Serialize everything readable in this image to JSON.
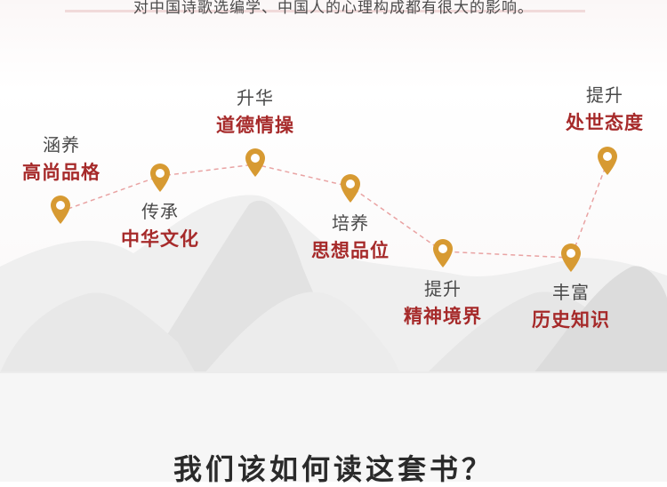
{
  "intro_line": "对中国诗歌选编学、中国人的心理构成都有很大的影响。",
  "stops": [
    {
      "verb": "涵养",
      "goal": "高尚品格"
    },
    {
      "verb": "传承",
      "goal": "中华文化"
    },
    {
      "verb": "升华",
      "goal": "道德情操"
    },
    {
      "verb": "培养",
      "goal": "思想品位"
    },
    {
      "verb": "提升",
      "goal": "精神境界"
    },
    {
      "verb": "丰富",
      "goal": "历史知识"
    },
    {
      "verb": "提升",
      "goal": "处世态度"
    }
  ],
  "next_section_title": "我们该如何读这套书？",
  "colors": {
    "accent_red": "#a62a2a",
    "pin_gold": "#d79a32",
    "route_line": "#e9a3a3",
    "mountain_gray": "#dedede"
  }
}
